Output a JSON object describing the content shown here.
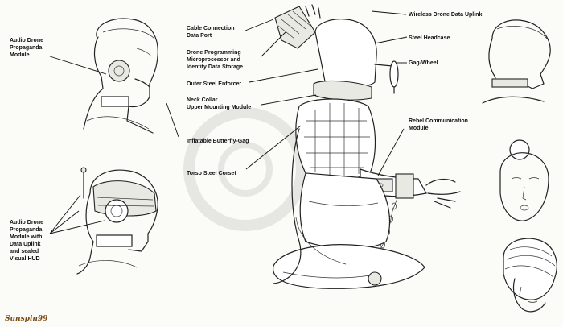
{
  "labels": {
    "audio_module": "Audio Drone\nPropaganda\nModule",
    "audio_module_hud": "Audio Drone\nPropaganda\nModule with\nData Uplink\nand sealed\nVisual HUD",
    "cable_port": "Cable Connection\nData Port",
    "drone_programming": "Drone Programming\nMicroprocessor and\nIdentity Data Storage",
    "outer_enforcer": "Outer Steel Enforcer",
    "neck_collar": "Neck Collar\nUpper Mounting Module",
    "butterfly_gag": "Inflatable Butterfly-Gag",
    "torso_corset": "Torso Steel Corset",
    "wireless_uplink": "Wireless Drone Data Uplink",
    "steel_headcase": "Steel Headcase",
    "gag_wheel": "Gag-Wheel",
    "rebel_module": "Rebel Communication\nModule"
  },
  "signature": "Sunspin99",
  "colors": {
    "paper": "#fbfbf8",
    "ink": "#222222",
    "signature": "#7a4b10"
  }
}
